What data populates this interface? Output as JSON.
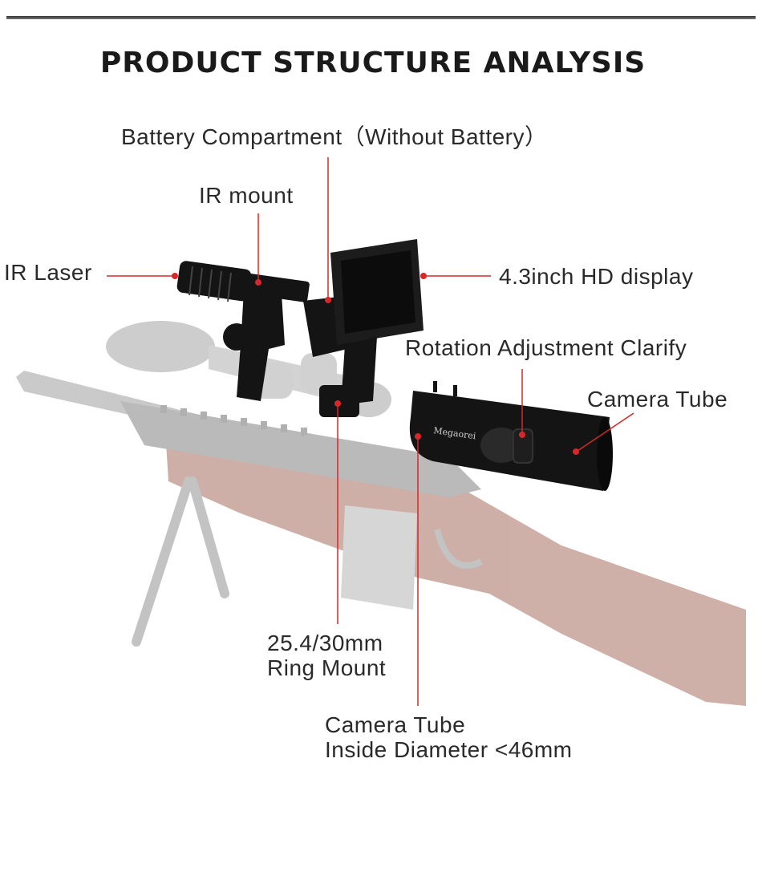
{
  "title": "PRODUCT STRUCTURE ANALYSIS",
  "labels": {
    "battery": "Battery Compartment（Without Battery）",
    "ir_mount": "IR mount",
    "ir_laser": "IR Laser",
    "display": "4.3inch HD display",
    "rotation": "Rotation Adjustment Clarify",
    "camera_tube": "Camera Tube",
    "ring_mount_1": "25.4/30mm",
    "ring_mount_2": "Ring Mount",
    "tube_diameter_1": "Camera Tube",
    "tube_diameter_2": "Inside Diameter <46mm"
  },
  "brand_text": "Megaorei",
  "colors": {
    "leader": "#d62828",
    "device": "#141414",
    "rifle_metal": "#bdbdbd",
    "rifle_wood": "#c9a79f"
  }
}
